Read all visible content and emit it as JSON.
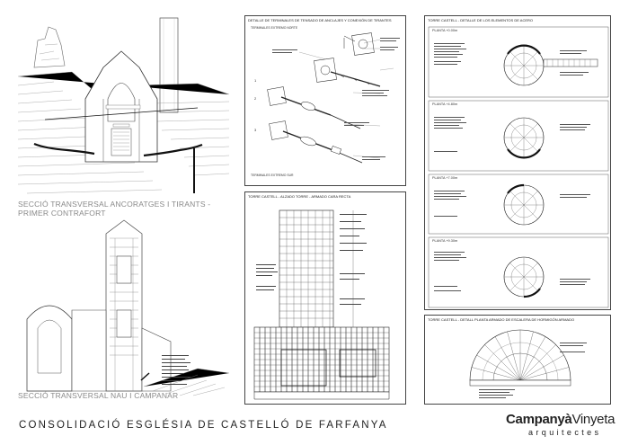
{
  "sheet": {
    "title": "CONSOLIDACIÓ ESGLÉSIA DE CASTELLÓ DE FARFANYA",
    "logo_main": "Campanyà",
    "logo_accent": "Vinyeta",
    "logo_sub": "arquitectes"
  },
  "left": {
    "caption1_line1": "SECCIÓ TRANSVERSAL ANCORATGES I TIRANTS -",
    "caption1_line2": "PRIMER CONTRAFORT",
    "caption2": "SECCIÓ TRANSVERSAL NAU I CAMPANAR"
  },
  "panels": {
    "terminals": {
      "title": "DETALLE DE TERMINALES DE TENSADO DE ANCLAJES Y CONEXIÓN DE TIRANTES",
      "sub_top": "TERMINALES EXTREMO NORTE",
      "sub_bottom": "TERMINALES EXTREMO SUR",
      "num1": "1",
      "num2": "2",
      "num3": "3"
    },
    "tower_elev": {
      "title": "TORRE CASTELL - ALZADO TORRE - ARMADO CARA RECTA"
    },
    "steel": {
      "title": "TORRE CASTELL - DETALLE DE LOS ELEMENTOS DE ACERO",
      "plants": [
        "PLANTA +0.00m",
        "PLANTA +4.80m",
        "PLANTA +7.00m",
        "PLANTA +9.30m"
      ]
    },
    "stair": {
      "title": "TORRE CASTELL - DETALL PLANTA ARMADO DE ESCALERA DE HORMIGÓN ARMADO"
    }
  }
}
